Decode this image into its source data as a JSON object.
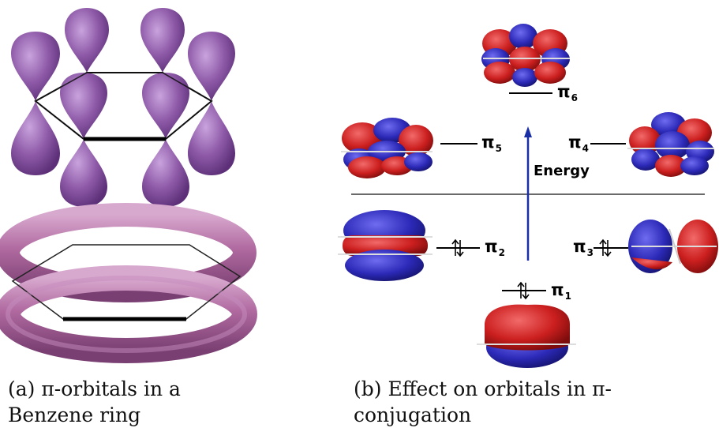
{
  "captions": {
    "a": "(a) π-orbitals in a Benzene ring",
    "b": "(b) Effect on orbitals in π-conjugation"
  },
  "diagram": {
    "energy_label": "Energy",
    "levels": [
      {
        "id": "pi6",
        "symbol": "π",
        "sub": "6"
      },
      {
        "id": "pi5",
        "symbol": "π",
        "sub": "5"
      },
      {
        "id": "pi4",
        "symbol": "π",
        "sub": "4"
      },
      {
        "id": "pi3",
        "symbol": "π",
        "sub": "3"
      },
      {
        "id": "pi2",
        "symbol": "π",
        "sub": "2"
      },
      {
        "id": "pi1",
        "symbol": "π",
        "sub": "1"
      }
    ]
  },
  "colors": {
    "orbital_purple": "#8e5aa8",
    "torus_pink": "#b06aa0",
    "lobe_red": "#cc1f1f",
    "lobe_blue": "#2c2ab8",
    "arrow_blue": "#1a2fa6"
  }
}
